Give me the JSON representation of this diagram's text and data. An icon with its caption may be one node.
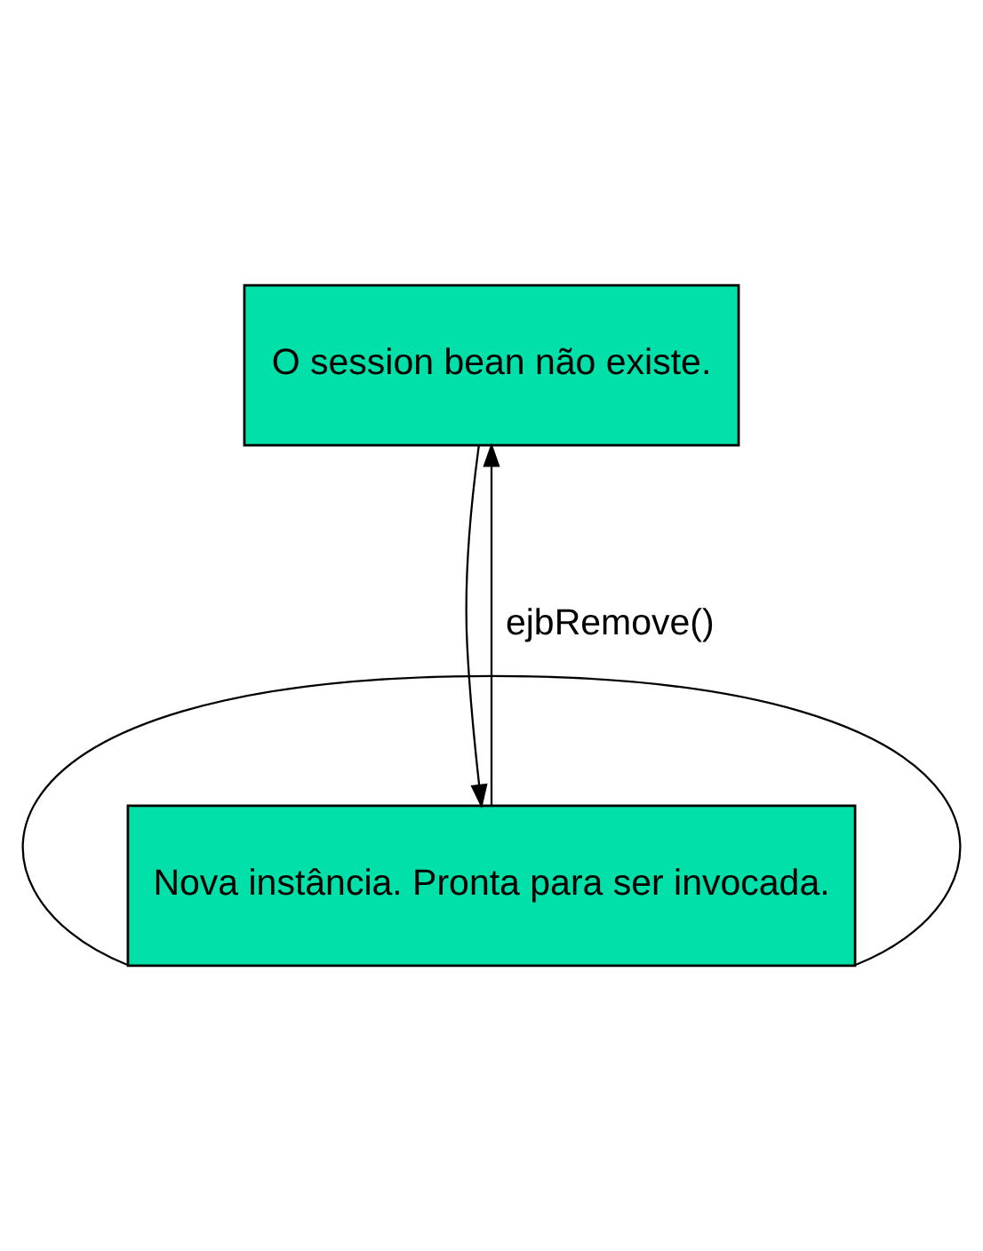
{
  "diagram": {
    "nodes": [
      {
        "text": [
          "O session bean não existe."
        ]
      },
      {
        "text": [
          "Nova instância. Pronta para ser invocada."
        ]
      }
    ],
    "edges": [
      {
        "from": 0,
        "to": 1,
        "arrow": "to"
      },
      {
        "from": 1,
        "to": 0,
        "arrow": "to",
        "label": "ejbRemove()"
      },
      {
        "from": 1,
        "to": 1,
        "arrow": "none"
      }
    ]
  }
}
